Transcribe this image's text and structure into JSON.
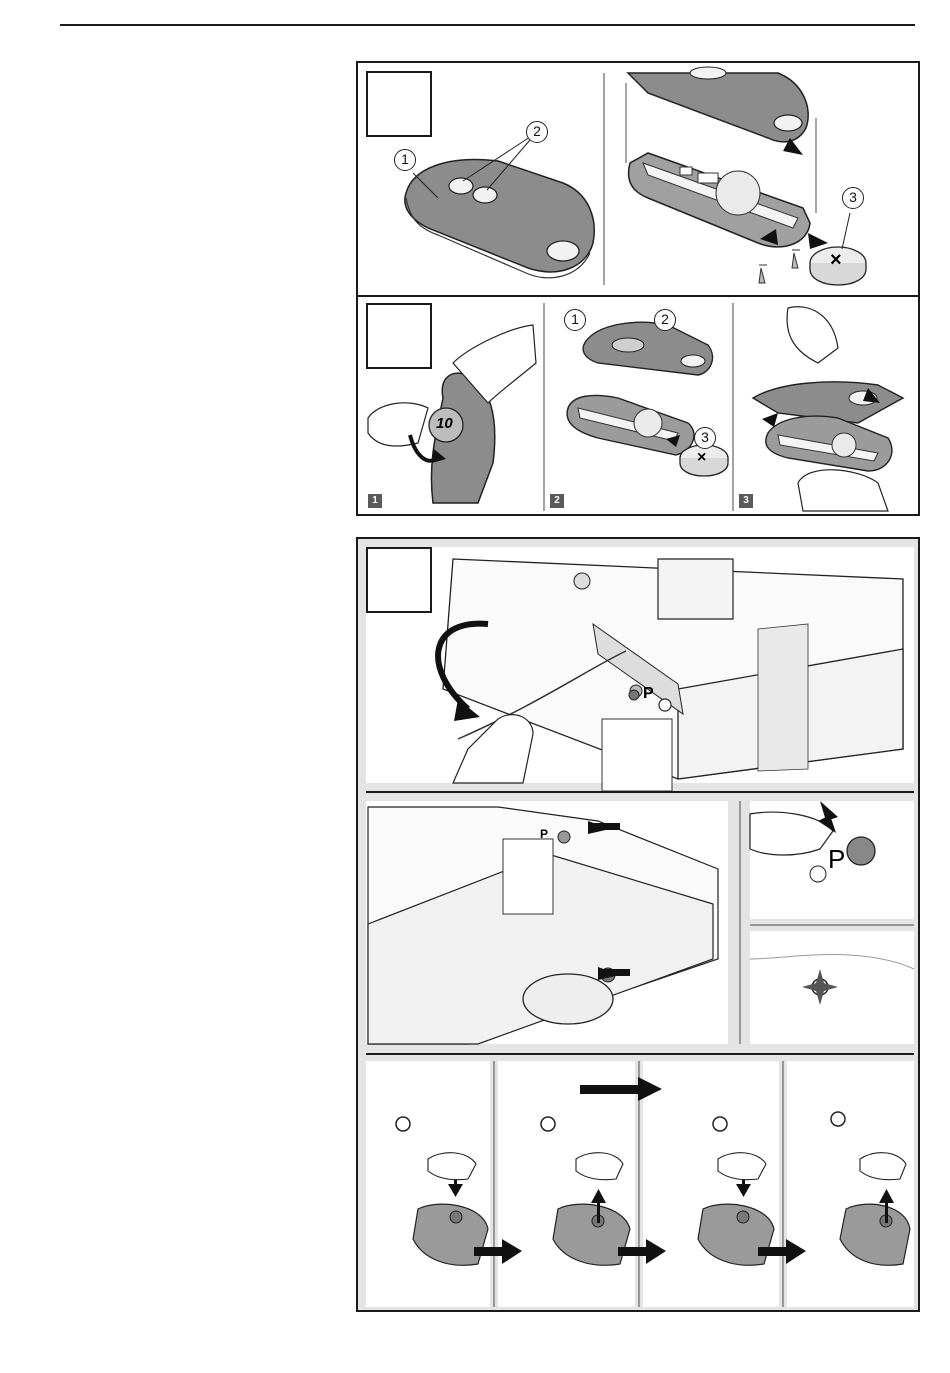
{
  "callouts": {
    "remote_housing": "1",
    "buttons": "2",
    "battery": "3"
  },
  "step_tags": [
    "1",
    "2",
    "3"
  ],
  "coin": {
    "value": "10"
  },
  "operator": {
    "prog_button_letter": "P"
  },
  "battery_mark": "×",
  "colors": {
    "frame": "#1a1a1a",
    "panel_gray": "#e4e4e4",
    "remote_body": "#8c8c8c",
    "remote_dark": "#555555",
    "tag_bg": "#5a5a5a"
  },
  "icons": [
    "arrow-icon",
    "coin-icon",
    "led-icon",
    "hand-icon",
    "screw-icon",
    "battery-icon"
  ]
}
